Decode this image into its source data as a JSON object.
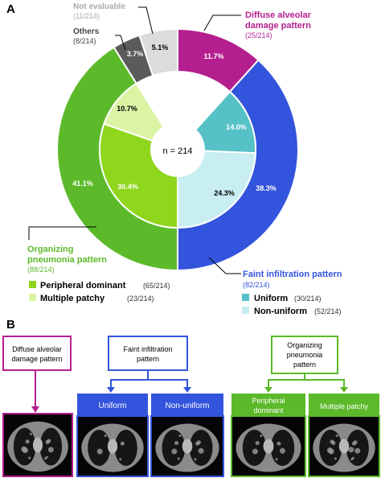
{
  "panelA": {
    "letter": "A",
    "center_label": "n = 214",
    "outer_ring": [
      {
        "name": "Diffuse alveolar damage pattern",
        "count_label": "(25/214)",
        "percent": "11.7%",
        "value": 25,
        "color": "#b41f8f"
      },
      {
        "name": "Faint infiltration pattern",
        "count_label": "(82/214)",
        "percent": "38.3%",
        "value": 82,
        "color": "#3354dc"
      },
      {
        "name": "Organizing pneumonia pattern",
        "count_label": "(88/214)",
        "percent": "41.1%",
        "value": 88,
        "color": "#5cba2a"
      },
      {
        "name": "Others",
        "count_label": "(8/214)",
        "percent": "3.7%",
        "value": 8,
        "color": "#5b5b5b"
      },
      {
        "name": "Not evaluable",
        "count_label": "(11/214)",
        "percent": "5.1%",
        "value": 11,
        "color": "#dcdcdc"
      }
    ],
    "inner_ring": [
      {
        "name": "Uniform",
        "count_label": "(30/214)",
        "percent": "14.0%",
        "value": 30,
        "color": "#56c1c7"
      },
      {
        "name": "Non-uniform",
        "count_label": "(52/214)",
        "percent": "24.3%",
        "value": 52,
        "color": "#c8eef2"
      },
      {
        "name": "Peripheral dominant",
        "count_label": "(65/214)",
        "percent": "30.4%",
        "value": 65,
        "color": "#8fd61c"
      },
      {
        "name": "Multiple patchy",
        "count_label": "(23/214)",
        "percent": "10.7%",
        "value": 23,
        "color": "#daf4a4"
      }
    ],
    "labels": {
      "dad_line1": "Diffuse alveolar",
      "dad_line2": "damage pattern",
      "dad_count": "(25/214)",
      "fi_line1": "Faint infiltration pattern",
      "fi_count": "(82/214)",
      "op_line1": "Organizing",
      "op_line2": "pneumonia pattern",
      "op_count": "(88/214)",
      "others_line1": "Others",
      "others_count": "(8/214)",
      "ne_line1": "Not evaluable",
      "ne_count": "(11/214)"
    },
    "legend_op": [
      {
        "name": "Peripheral dominant",
        "count": "(65/214)",
        "color": "#8fd61c"
      },
      {
        "name": "Multiple patchy",
        "count": "(23/214)",
        "color": "#daf4a4"
      }
    ],
    "legend_fi": [
      {
        "name": "Uniform",
        "count": "(30/214)",
        "color": "#56c1c7"
      },
      {
        "name": "Non-uniform",
        "count": "(52/214)",
        "color": "#c8eef2"
      }
    ]
  },
  "panelB": {
    "letter": "B",
    "dad_box_line1": "Diffuse alveolar",
    "dad_box_line2": "damage pattern",
    "fi_box_line1": "Faint infiltration",
    "fi_box_line2": "pattern",
    "op_box_line1": "Organizing",
    "op_box_line2": "pneumonia",
    "op_box_line3": "pattern",
    "uniform_label": "Uniform",
    "nonuniform_label": "Non-uniform",
    "peripheral_line1": "Peripheral",
    "peripheral_line2": "dominant",
    "multiple_label": "Multiple patchy",
    "colors": {
      "dad": "#b41f8f",
      "fi": "#3354dc",
      "op": "#5cba2a"
    }
  }
}
